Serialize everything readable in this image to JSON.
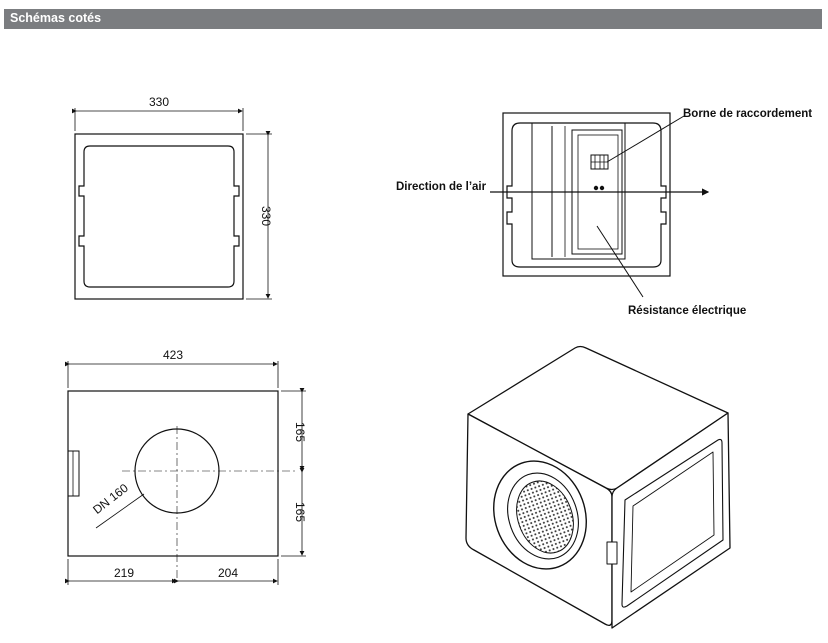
{
  "header": {
    "title": "Schémas cotés"
  },
  "front_view": {
    "width": "330",
    "height": "330"
  },
  "top_view": {
    "width": "423",
    "upper": "165",
    "lower": "165",
    "duct": "DN 160",
    "left": "219",
    "right": "204"
  },
  "section_view": {
    "terminal": "Borne de raccordement",
    "airflow": "Direction de l’air",
    "heater": "Résistance électrique"
  },
  "colors": {
    "header_bg": "#7b7d80",
    "line": "#111111"
  }
}
